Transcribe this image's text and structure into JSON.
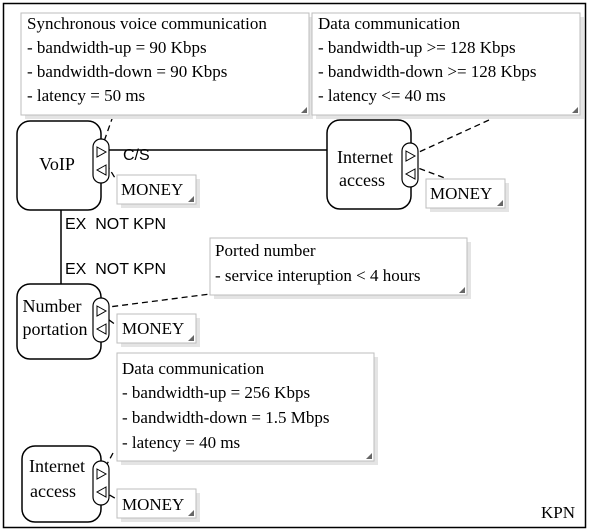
{
  "boundary": {
    "label": "KPN"
  },
  "actors": {
    "voip": {
      "label": "VoIP"
    },
    "internet_top": {
      "label_line1": "Internet",
      "label_line2": "access"
    },
    "number_portation": {
      "label_line1": "Number",
      "label_line2": "portation"
    },
    "internet_bottom": {
      "label_line1": "Internet",
      "label_line2": "access"
    }
  },
  "connections": {
    "voip_internet": {
      "label": "C/S"
    },
    "voip_portation_top": {
      "label": "EX  NOT KPN"
    },
    "voip_portation_bottom": {
      "label": "EX  NOT KPN"
    }
  },
  "value_objects": {
    "voip": "MONEY",
    "internet_top": "MONEY",
    "number_portation": "MONEY",
    "internet_bottom": "MONEY"
  },
  "notes": {
    "voice": {
      "title": "Synchronous voice communication",
      "lines": [
        "- bandwidth-up = 90 Kbps",
        "- bandwidth-down = 90 Kbps",
        "- latency = 50 ms"
      ]
    },
    "data_top": {
      "title": "Data communication",
      "lines": [
        "- bandwidth-up >= 128 Kbps",
        "- bandwidth-down >= 128 Kbps",
        "- latency <= 40 ms"
      ]
    },
    "ported": {
      "title": "Ported number",
      "lines": [
        "- service interuption < 4 hours"
      ]
    },
    "data_bottom": {
      "title": "Data communication",
      "lines": [
        "- bandwidth-up = 256 Kbps",
        "- bandwidth-down = 1.5 Mbps",
        "- latency = 40 ms"
      ]
    }
  }
}
